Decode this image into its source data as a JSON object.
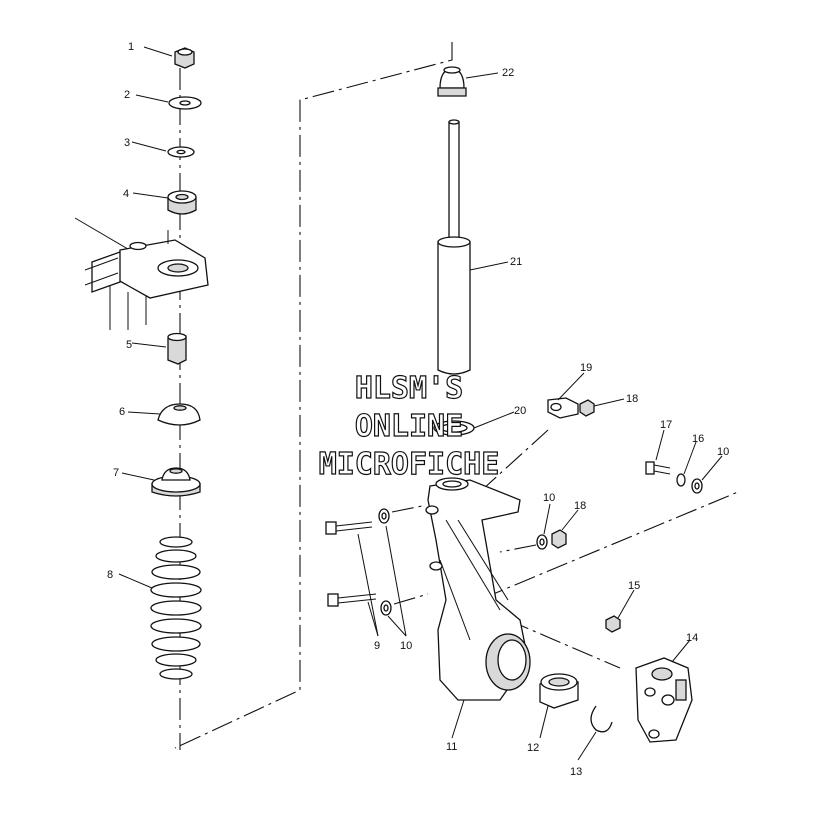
{
  "callouts": [
    {
      "id": "c1",
      "label": "1"
    },
    {
      "id": "c2",
      "label": "2"
    },
    {
      "id": "c3",
      "label": "3"
    },
    {
      "id": "c4",
      "label": "4"
    },
    {
      "id": "c5",
      "label": "5"
    },
    {
      "id": "c6",
      "label": "6"
    },
    {
      "id": "c7",
      "label": "7"
    },
    {
      "id": "c8",
      "label": "8"
    },
    {
      "id": "c9",
      "label": "9"
    },
    {
      "id": "c10a",
      "label": "10"
    },
    {
      "id": "c10b",
      "label": "10"
    },
    {
      "id": "c10c",
      "label": "10"
    },
    {
      "id": "c11",
      "label": "11"
    },
    {
      "id": "c12",
      "label": "12"
    },
    {
      "id": "c13",
      "label": "13"
    },
    {
      "id": "c14",
      "label": "14"
    },
    {
      "id": "c15",
      "label": "15"
    },
    {
      "id": "c16",
      "label": "16"
    },
    {
      "id": "c17",
      "label": "17"
    },
    {
      "id": "c18a",
      "label": "18"
    },
    {
      "id": "c18b",
      "label": "18"
    },
    {
      "id": "c19",
      "label": "19"
    },
    {
      "id": "c20",
      "label": "20"
    },
    {
      "id": "c21",
      "label": "21"
    },
    {
      "id": "c22",
      "label": "22"
    }
  ],
  "watermark": {
    "line1": "HLSM'S",
    "line2": "ONLINE",
    "line3": "MICROFICHE"
  }
}
